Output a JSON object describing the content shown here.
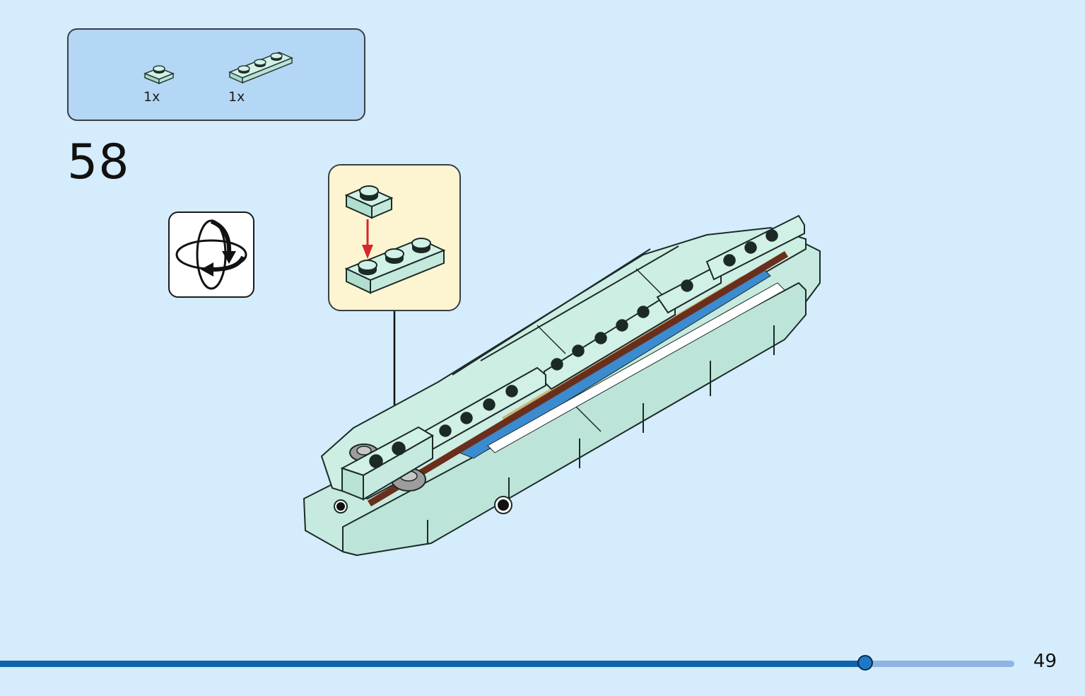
{
  "parts_list": {
    "items": [
      {
        "name": "plate-1x1",
        "qty": "1x"
      },
      {
        "name": "plate-1x3",
        "qty": "1x"
      }
    ]
  },
  "step": {
    "number": "58"
  },
  "rotate": {
    "icon": "rotate-model-icon"
  },
  "callout": {
    "icon": "subassembly-callout"
  },
  "progress": {
    "value": 0.853
  },
  "page": {
    "number": "49"
  },
  "colors": {
    "background": "#d4ecfb",
    "parts_box": "#b4d7f5",
    "callout_bg": "#fdf5d1",
    "brick": "#c6eadf",
    "progress_fill": "#0f64ad",
    "progress_track": "#8eb4e4",
    "arrow_red": "#d8262b"
  }
}
